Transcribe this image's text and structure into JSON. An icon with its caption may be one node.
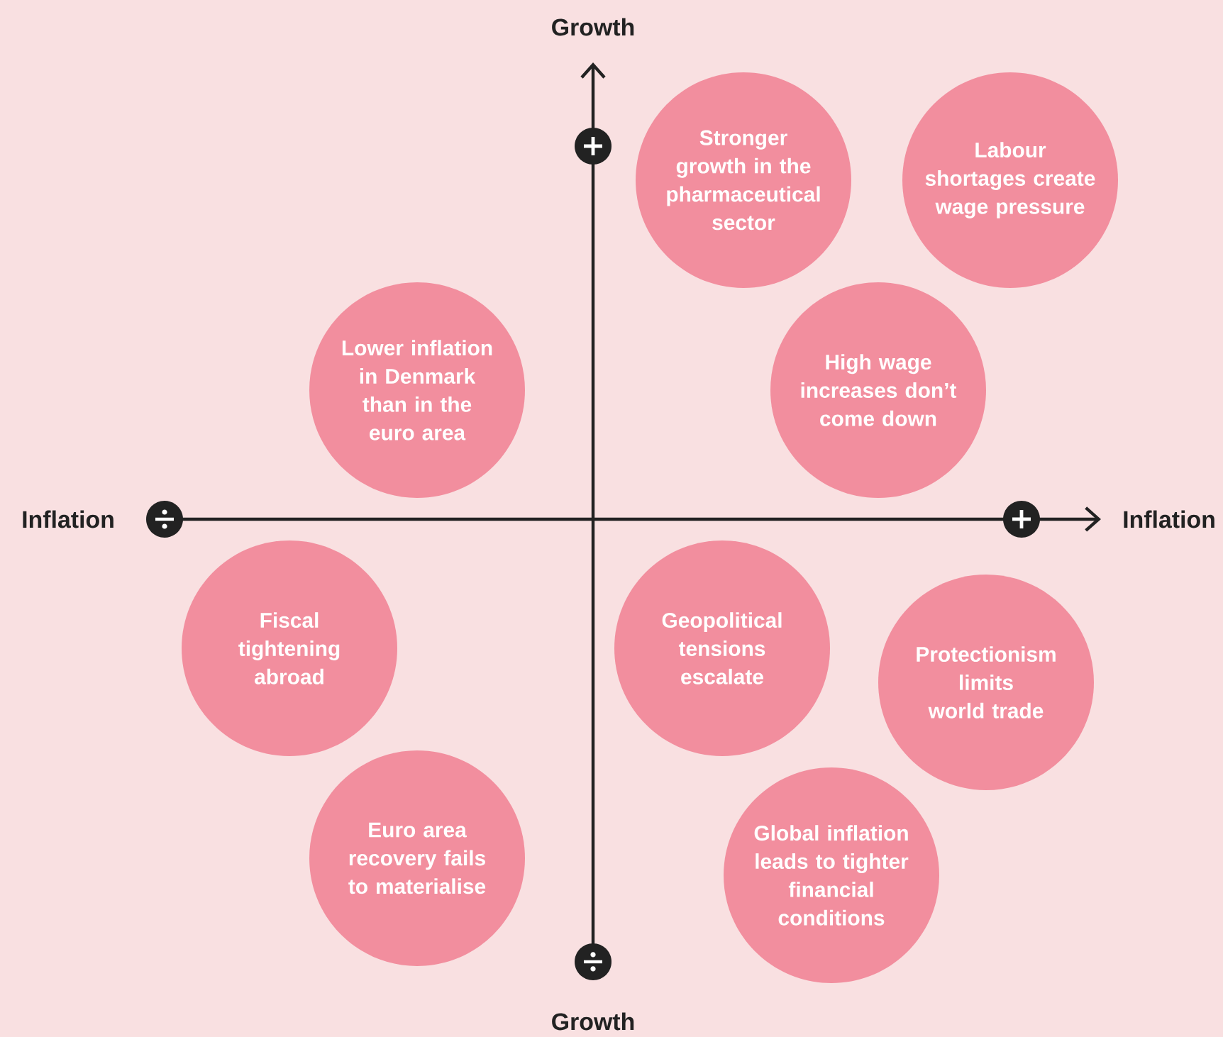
{
  "diagram": {
    "nodes": [
      {
        "text": [
          "Stronger growth in the pharmaceutical sector"
        ]
      },
      {
        "text": [
          "Labour shortages create wage pressure"
        ]
      },
      {
        "text": [
          "Lower inflation in Denmark than in the euro area"
        ]
      },
      {
        "text": [
          "High wage increases don’t come down"
        ]
      },
      {
        "text": [
          "Fiscal tightening abroad"
        ]
      },
      {
        "text": [
          "Geopolitical tensions escalate"
        ]
      },
      {
        "text": [
          "Protectionism limits world trade"
        ]
      },
      {
        "text": [
          "Euro area recovery fails to materialise"
        ]
      },
      {
        "text": [
          "Global inflation leads to tighter financial conditions"
        ]
      }
    ],
    "labels": [
      "Growth",
      "Inflation",
      "Inflation",
      "Growth"
    ]
  }
}
